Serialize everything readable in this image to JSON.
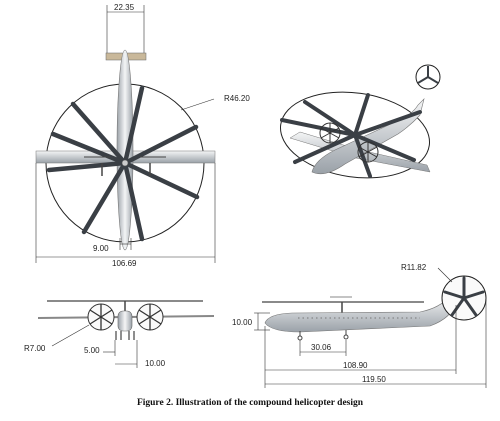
{
  "dimensions": {
    "top_tail_width": "22.35",
    "top_rotor_radius": "R46.20",
    "top_fuselage_width": "9.00",
    "top_span": "106.69",
    "front_prop_radius": "R7.00",
    "front_offset": "5.00",
    "front_width": "10.00",
    "side_height": "10.00",
    "side_tail_rotor_radius": "R11.82",
    "side_gear_spacing": "30.06",
    "side_length": "108.90",
    "side_total_length": "119.50"
  },
  "caption": "Figure 2. Illustration of the compound helicopter design"
}
